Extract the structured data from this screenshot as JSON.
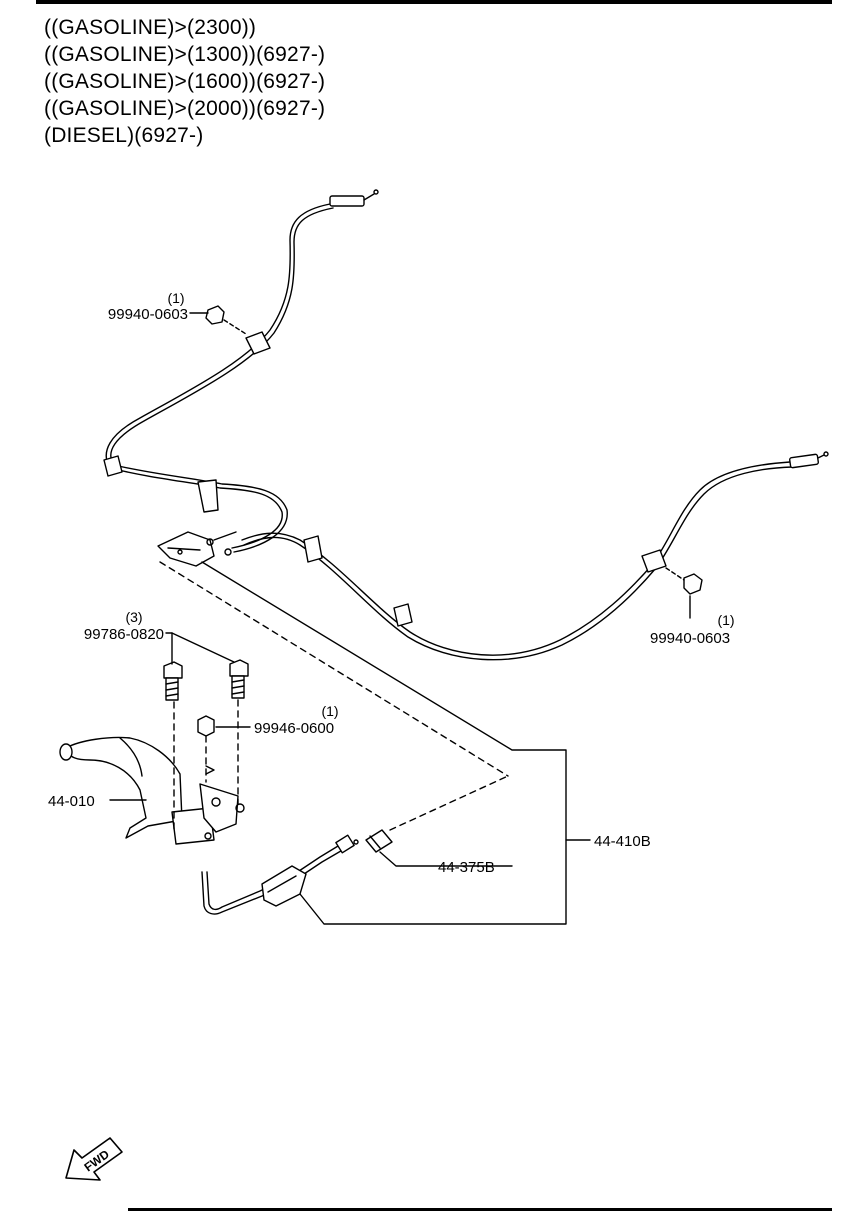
{
  "applicability": [
    "((GASOLINE)>(2300))",
    "((GASOLINE)>(1300))(6927-)",
    "((GASOLINE)>(1600))(6927-)",
    "((GASOLINE)>(2000))(6927-)",
    "(DIESEL)(6927-)"
  ],
  "callouts": {
    "nut_upper": {
      "qty": "(1)",
      "part_no": "99940-0603"
    },
    "nut_right": {
      "qty": "(1)",
      "part_no": "99940-0603"
    },
    "bolts": {
      "qty": "(3)",
      "part_no": "99786-0820"
    },
    "lever_nut": {
      "qty": "(1)",
      "part_no": "99946-0600"
    },
    "lever": {
      "part_no": "44-010"
    },
    "adjuster": {
      "part_no": "44-375B"
    },
    "cable_assy": {
      "part_no": "44-410B"
    }
  },
  "direction_marker": "FWD"
}
